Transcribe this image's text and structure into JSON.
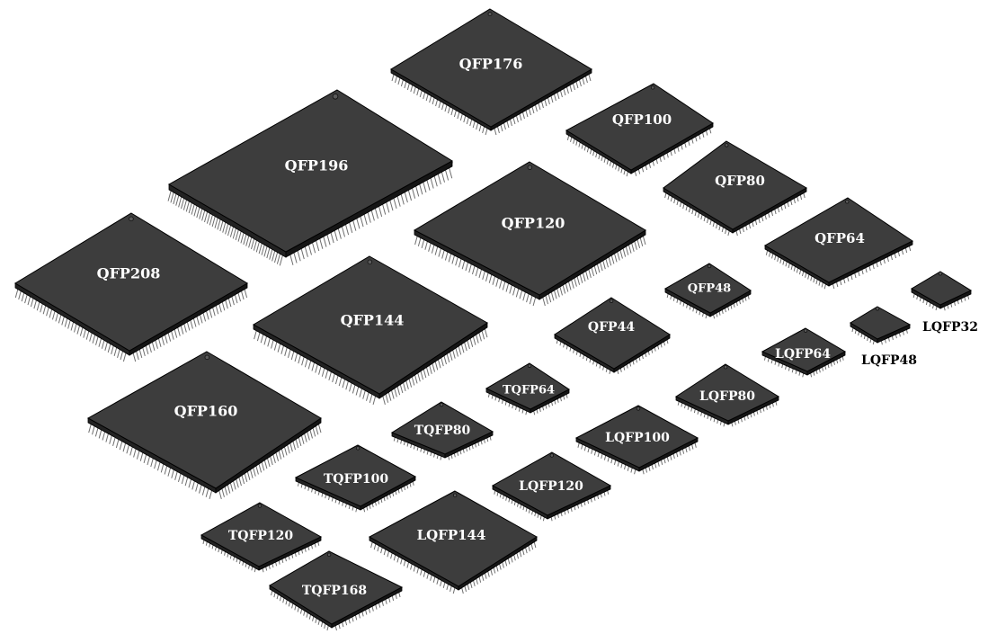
{
  "colors": {
    "background": "#ffffff",
    "chip_top": "#3d3d3d",
    "chip_side_left": "#222222",
    "chip_side_right": "#151515",
    "chip_edge": "#000000",
    "pin": "#9a9a9a",
    "label_inside": "#ffffff",
    "label_outside": "#000000"
  },
  "packages": [
    {
      "name": "qfp176",
      "label": "QFP176"
    },
    {
      "name": "qfp100",
      "label": "QFP100"
    },
    {
      "name": "qfp196",
      "label": "QFP196"
    },
    {
      "name": "qfp80",
      "label": "QFP80"
    },
    {
      "name": "qfp120",
      "label": "QFP120"
    },
    {
      "name": "qfp64",
      "label": "QFP64"
    },
    {
      "name": "qfp208",
      "label": "QFP208"
    },
    {
      "name": "qfp48",
      "label": "QFP48"
    },
    {
      "name": "qfp144",
      "label": "QFP144"
    },
    {
      "name": "lqfp32",
      "label": "LQFP32"
    },
    {
      "name": "qfp44",
      "label": "QFP44"
    },
    {
      "name": "lqfp48",
      "label": "LQFP48"
    },
    {
      "name": "lqfp64",
      "label": "LQFP64"
    },
    {
      "name": "tqfp64",
      "label": "TQFP64"
    },
    {
      "name": "lqfp80",
      "label": "LQFP80"
    },
    {
      "name": "qfp160",
      "label": "QFP160"
    },
    {
      "name": "tqfp80",
      "label": "TQFP80"
    },
    {
      "name": "lqfp100",
      "label": "LQFP100"
    },
    {
      "name": "tqfp100",
      "label": "TQFP100"
    },
    {
      "name": "lqfp120",
      "label": "LQFP120"
    },
    {
      "name": "tqfp120",
      "label": "TQFP120"
    },
    {
      "name": "lqfp144",
      "label": "LQFP144"
    },
    {
      "name": "tqfp168",
      "label": "TQFP168"
    }
  ]
}
